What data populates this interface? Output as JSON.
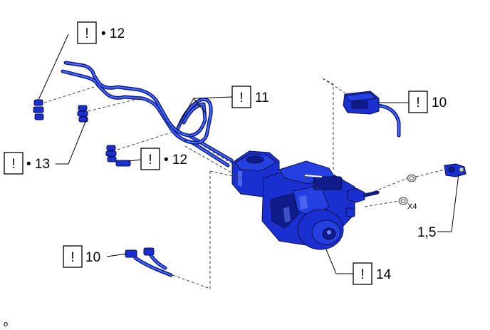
{
  "callouts": {
    "c1": {
      "mark": "!",
      "text": "• 12"
    },
    "c2": {
      "mark": "!",
      "text": "11"
    },
    "c3": {
      "mark": "!",
      "text": "10"
    },
    "c4": {
      "mark": "!",
      "text": "• 13"
    },
    "c5": {
      "mark": "!",
      "text": "• 12"
    },
    "c6": {
      "mark": "!",
      "text": "10"
    },
    "c7": {
      "mark": "!",
      "text": "14"
    }
  },
  "plain_labels": {
    "part_15": "1,5",
    "qty": "X4",
    "corner": "o"
  },
  "colors": {
    "part_dark": "#0a1a8a",
    "part_main": "#1a2fcf",
    "part_light": "#4a6cff"
  }
}
